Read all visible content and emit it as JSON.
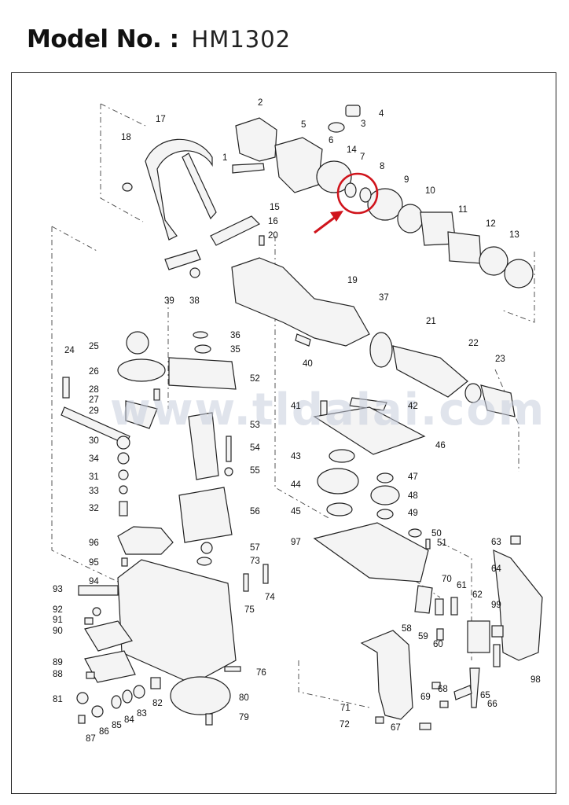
{
  "header": {
    "label": "Model No. :",
    "value": "HM1302"
  },
  "watermark": "www.tldalai.com",
  "highlight": {
    "color": "#d0141c",
    "target_parts": [
      "14",
      "7"
    ]
  },
  "part_numbers": [
    "2",
    "17",
    "4",
    "3",
    "18",
    "5",
    "1",
    "6",
    "14",
    "7",
    "8",
    "9",
    "10",
    "11",
    "12",
    "13",
    "15",
    "16",
    "20",
    "39",
    "38",
    "19",
    "37",
    "21",
    "36",
    "35",
    "24",
    "25",
    "52",
    "26",
    "28",
    "27",
    "29",
    "53",
    "54",
    "55",
    "30",
    "34",
    "31",
    "33",
    "32",
    "56",
    "96",
    "57",
    "95",
    "73",
    "94",
    "75",
    "74",
    "93",
    "92",
    "91",
    "90",
    "89",
    "88",
    "81",
    "82",
    "83",
    "84",
    "85",
    "86",
    "87",
    "79",
    "80",
    "76",
    "40",
    "41",
    "42",
    "46",
    "43",
    "47",
    "44",
    "48",
    "45",
    "49",
    "97",
    "50",
    "51",
    "22",
    "23",
    "70",
    "61",
    "62",
    "58",
    "59",
    "60",
    "99",
    "63",
    "64",
    "98",
    "71",
    "69",
    "68",
    "72",
    "67",
    "65",
    "66"
  ]
}
